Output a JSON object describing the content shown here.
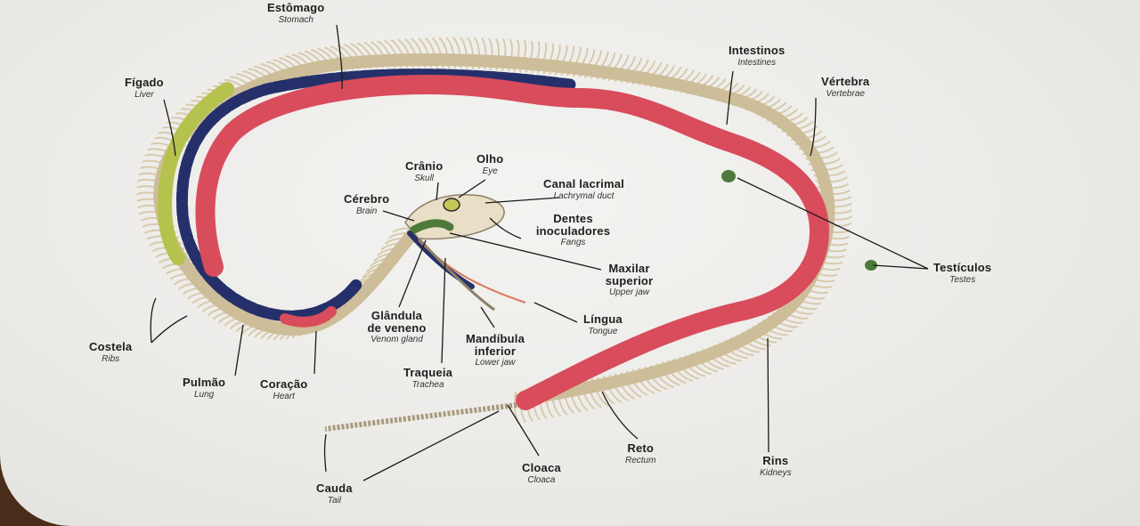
{
  "labels": {
    "stomach": {
      "pt": "Estômago",
      "en": "Stomach"
    },
    "liver": {
      "pt": "Fígado",
      "en": "Liver"
    },
    "intestines": {
      "pt": "Intestinos",
      "en": "Intestines"
    },
    "vertebrae": {
      "pt": "Vértebra",
      "en": "Vertebrae"
    },
    "skull": {
      "pt": "Crânio",
      "en": "Skull"
    },
    "eye": {
      "pt": "Olho",
      "en": "Eye"
    },
    "lachrymal": {
      "pt": "Canal lacrimal",
      "en": "Lachrymal duct"
    },
    "brain": {
      "pt": "Cérebro",
      "en": "Brain"
    },
    "fangs": {
      "pt": "Dentes inoculadores",
      "en": "Fangs"
    },
    "upperjaw": {
      "pt": "Maxilar superior",
      "en": "Upper jaw"
    },
    "testes": {
      "pt": "Testículos",
      "en": "Testes"
    },
    "ribs": {
      "pt": "Costela",
      "en": "Ribs"
    },
    "venom": {
      "pt": "Glândula de veneno",
      "en": "Venom gland"
    },
    "tongue": {
      "pt": "Língua",
      "en": "Tongue"
    },
    "lowerjaw": {
      "pt": "Mandíbula inferior",
      "en": "Lower jaw"
    },
    "lung": {
      "pt": "Pulmão",
      "en": "Lung"
    },
    "heart": {
      "pt": "Coração",
      "en": "Heart"
    },
    "trachea": {
      "pt": "Traqueia",
      "en": "Trachea"
    },
    "rectum": {
      "pt": "Reto",
      "en": "Rectum"
    },
    "kidneys": {
      "pt": "Rins",
      "en": "Kidneys"
    },
    "cloaca": {
      "pt": "Cloaca",
      "en": "Cloaca"
    },
    "tail": {
      "pt": "Cauda",
      "en": "Tail"
    }
  },
  "colors": {
    "board": "#ecebe8",
    "bone": "#e4d6b8",
    "intestine_red": "#d94c5c",
    "lung_navy": "#25306a",
    "liver_green": "#b5c24e",
    "venom_green": "#4d7a3a",
    "leader_line": "#1a1a1a"
  }
}
